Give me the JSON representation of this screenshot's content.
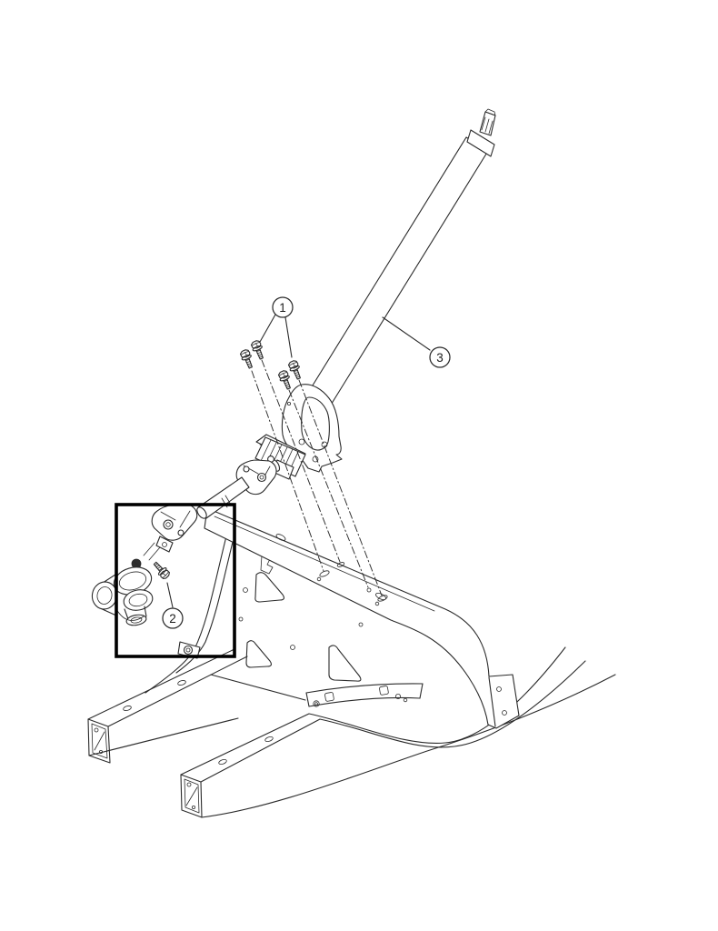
{
  "diagram": {
    "background_color": "#ffffff",
    "line_color": "#2b2b2b",
    "detail_box_color": "#000000",
    "callouts": [
      {
        "id": "callout-1",
        "label": "1"
      },
      {
        "id": "callout-2",
        "label": "2"
      },
      {
        "id": "callout-3",
        "label": "3"
      }
    ]
  }
}
